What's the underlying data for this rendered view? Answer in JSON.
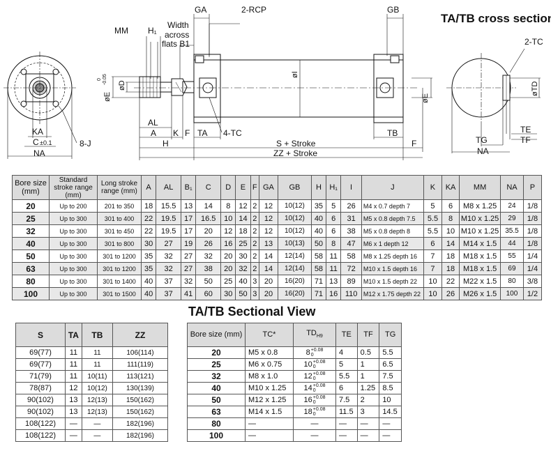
{
  "drawing": {
    "title": "TA/TB cross section",
    "labels": {
      "ga": "GA",
      "rcp": "2-RCP",
      "gb": "GB",
      "mm": "MM",
      "h1": "H₁",
      "width_line1": "Width",
      "width_line2": "across",
      "width_line3": "flats B1",
      "tc2": "2-TC",
      "od": "øD",
      "oe": "øE",
      "oe_tol": "-0.05",
      "oe_tol2": "0",
      "oi": "øI",
      "ote": "øE",
      "otd": "øTD",
      "al": "AL",
      "a": "A",
      "k": "K",
      "f": "F",
      "ta": "TA",
      "tc4": "4-TC",
      "h": "H",
      "s": "S + Stroke",
      "zz": "ZZ + Stroke",
      "tb": "TB",
      "f2": "F",
      "ka": "KA",
      "c": "C",
      "c_tol": "±0.1",
      "j": "8-J",
      "na": "NA",
      "te": "TE",
      "tg": "TG",
      "tf": "TF",
      "na2": "NA"
    }
  },
  "main_table": {
    "headers": [
      "Bore size (mm)",
      "Standard stroke range (mm)",
      "Long stroke range (mm)",
      "A",
      "AL",
      "B₁",
      "C",
      "D",
      "E",
      "F",
      "GA",
      "GB",
      "H",
      "H₁",
      "I",
      "J",
      "K",
      "KA",
      "MM",
      "NA",
      "P"
    ],
    "rows": [
      [
        "20",
        "Up to 200",
        "201 to 350",
        "18",
        "15.5",
        "13",
        "14",
        "8",
        "12",
        "2",
        "12",
        "10(12)",
        "35",
        "5",
        "26",
        "M4 x 0.7 depth 7",
        "5",
        "6",
        "M8 x 1.25",
        "24",
        "1/8"
      ],
      [
        "25",
        "Up to 300",
        "301 to 400",
        "22",
        "19.5",
        "17",
        "16.5",
        "10",
        "14",
        "2",
        "12",
        "10(12)",
        "40",
        "6",
        "31",
        "M5 x 0.8 depth 7.5",
        "5.5",
        "8",
        "M10 x 1.25",
        "29",
        "1/8"
      ],
      [
        "32",
        "Up to 300",
        "301 to 450",
        "22",
        "19.5",
        "17",
        "20",
        "12",
        "18",
        "2",
        "12",
        "10(12)",
        "40",
        "6",
        "38",
        "M5 x 0.8 depth 8",
        "5.5",
        "10",
        "M10 x 1.25",
        "35.5",
        "1/8"
      ],
      [
        "40",
        "Up to 300",
        "301 to 800",
        "30",
        "27",
        "19",
        "26",
        "16",
        "25",
        "2",
        "13",
        "10(13)",
        "50",
        "8",
        "47",
        "M6 x 1 depth 12",
        "6",
        "14",
        "M14 x 1.5",
        "44",
        "1/8"
      ],
      [
        "50",
        "Up to 300",
        "301 to 1200",
        "35",
        "32",
        "27",
        "32",
        "20",
        "30",
        "2",
        "14",
        "12(14)",
        "58",
        "11",
        "58",
        "M8 x 1.25 depth 16",
        "7",
        "18",
        "M18 x 1.5",
        "55",
        "1/4"
      ],
      [
        "63",
        "Up to 300",
        "301 to 1200",
        "35",
        "32",
        "27",
        "38",
        "20",
        "32",
        "2",
        "14",
        "12(14)",
        "58",
        "11",
        "72",
        "M10 x 1.5 depth 16",
        "7",
        "18",
        "M18 x 1.5",
        "69",
        "1/4"
      ],
      [
        "80",
        "Up to 300",
        "301 to 1400",
        "40",
        "37",
        "32",
        "50",
        "25",
        "40",
        "3",
        "20",
        "16(20)",
        "71",
        "13",
        "89",
        "M10 x 1.5 depth 22",
        "10",
        "22",
        "M22 x 1.5",
        "80",
        "3/8"
      ],
      [
        "100",
        "Up to 300",
        "301 to 1500",
        "40",
        "37",
        "41",
        "60",
        "30",
        "50",
        "3",
        "20",
        "16(20)",
        "71",
        "16",
        "110",
        "M12 x 1.75 depth 22",
        "10",
        "26",
        "M26 x 1.5",
        "100",
        "1/2"
      ]
    ]
  },
  "stroke_table": {
    "headers": [
      "S",
      "TA",
      "TB",
      "ZZ"
    ],
    "rows": [
      [
        "69(77)",
        "11",
        "11",
        "106(114)"
      ],
      [
        "69(77)",
        "11",
        "11",
        "111(119)"
      ],
      [
        "71(79)",
        "11",
        "10(11)",
        "113(121)"
      ],
      [
        "78(87)",
        "12",
        "10(12)",
        "130(139)"
      ],
      [
        "90(102)",
        "13",
        "12(13)",
        "150(162)"
      ],
      [
        "90(102)",
        "13",
        "12(13)",
        "150(162)"
      ],
      [
        "108(122)",
        "—",
        "—",
        "182(196)"
      ],
      [
        "108(122)",
        "—",
        "—",
        "182(196)"
      ]
    ]
  },
  "section_view": {
    "title": "TA/TB Sectional View",
    "headers": [
      "Bore size (mm)",
      "TC*",
      "TD",
      "H9",
      "TE",
      "TF",
      "TG"
    ],
    "tol_upper": "+0.08",
    "tol_lower": "0",
    "rows": [
      [
        "20",
        "M5 x 0.8",
        "8",
        "4",
        "0.5",
        "5.5"
      ],
      [
        "25",
        "M6 x 0.75",
        "10",
        "5",
        "1",
        "6.5"
      ],
      [
        "32",
        "M8 x 1.0",
        "12",
        "5.5",
        "1",
        "7.5"
      ],
      [
        "40",
        "M10 x 1.25",
        "14",
        "6",
        "1.25",
        "8.5"
      ],
      [
        "50",
        "M12 x 1.25",
        "16",
        "7.5",
        "2",
        "10"
      ],
      [
        "63",
        "M14 x 1.5",
        "18",
        "11.5",
        "3",
        "14.5"
      ],
      [
        "80",
        "—",
        "—",
        "—",
        "—",
        "—"
      ],
      [
        "100",
        "—",
        "—",
        "—",
        "—",
        "—"
      ]
    ]
  }
}
